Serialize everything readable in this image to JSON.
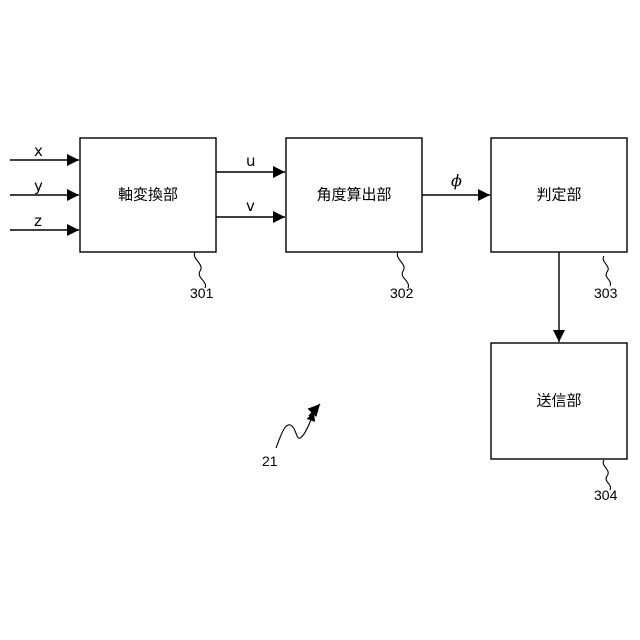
{
  "blocks": {
    "axis_conversion": {
      "label": "軸変換部",
      "ref": "301"
    },
    "angle_calculation": {
      "label": "角度算出部",
      "ref": "302"
    },
    "determination": {
      "label": "判定部",
      "ref": "303"
    },
    "transmission": {
      "label": "送信部",
      "ref": "304"
    }
  },
  "signals": {
    "x": "x",
    "y": "y",
    "z": "z",
    "u": "u",
    "v": "v",
    "phi": "ϕ"
  },
  "system_ref": "21"
}
